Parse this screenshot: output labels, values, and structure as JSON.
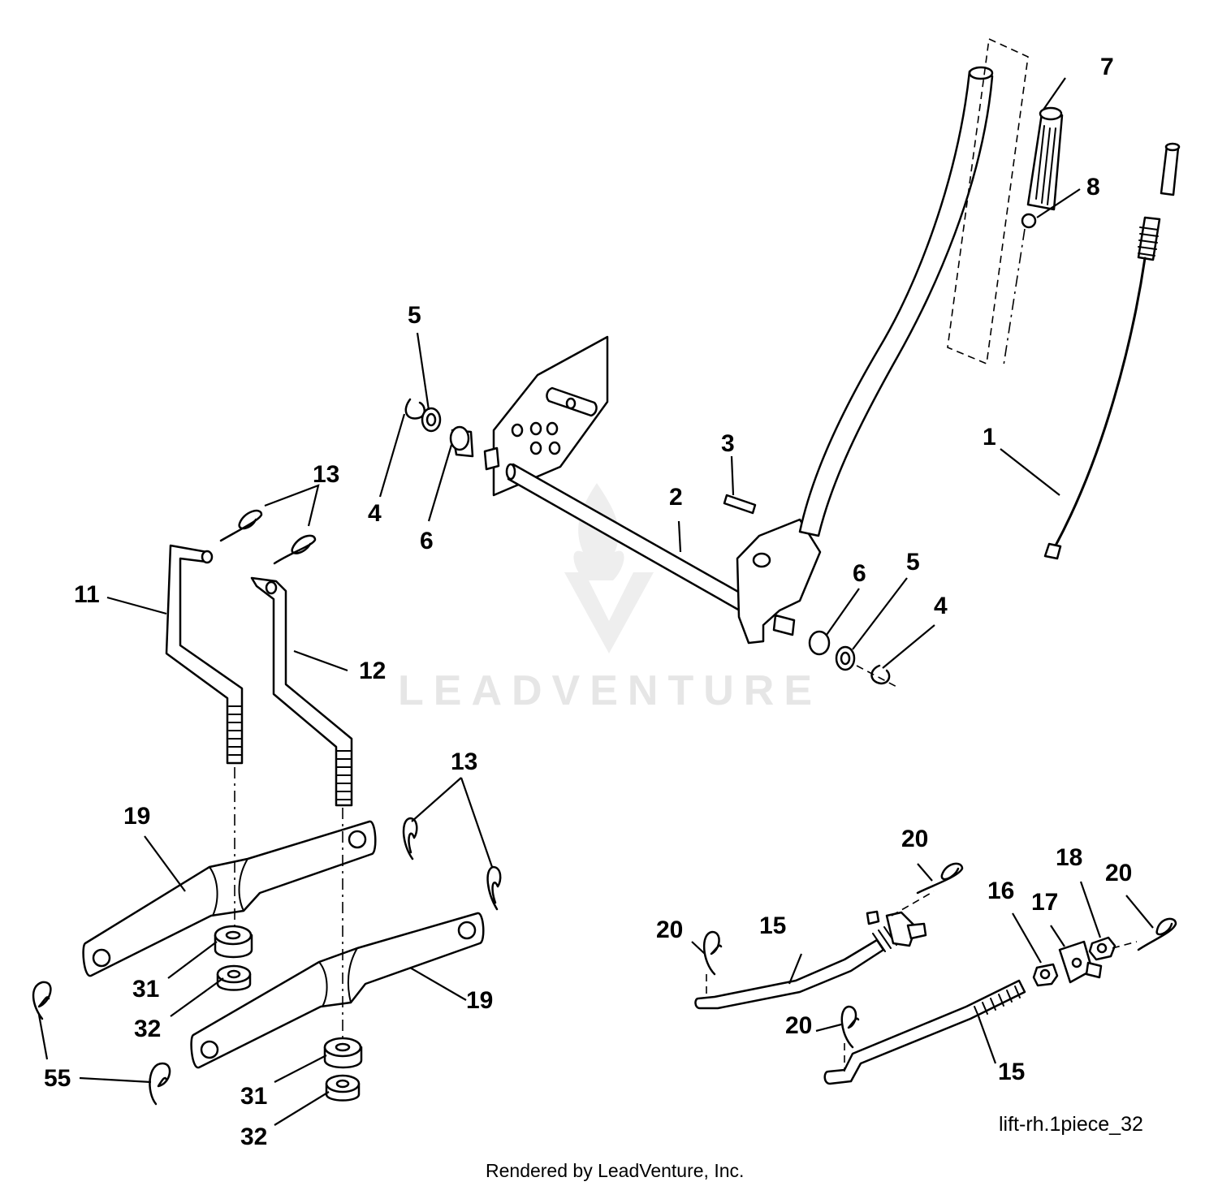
{
  "diagram": {
    "drawing_code": "lift-rh.1piece_32",
    "credit": "Rendered by LeadVenture, Inc.",
    "watermark": "LEADVENTURE",
    "callouts": {
      "c1": "1",
      "c2": "2",
      "c3": "3",
      "c4a": "4",
      "c4b": "4",
      "c5a": "5",
      "c5b": "5",
      "c6a": "6",
      "c6b": "6",
      "c7": "7",
      "c8": "8",
      "c11": "11",
      "c12": "12",
      "c13a": "13",
      "c13b": "13",
      "c15a": "15",
      "c15b": "15",
      "c16": "16",
      "c17": "17",
      "c18": "18",
      "c19a": "19",
      "c19b": "19",
      "c20a": "20",
      "c20b": "20",
      "c20c": "20",
      "c20d": "20",
      "c31a": "31",
      "c31b": "31",
      "c32a": "32",
      "c32b": "32",
      "c55": "55"
    }
  }
}
